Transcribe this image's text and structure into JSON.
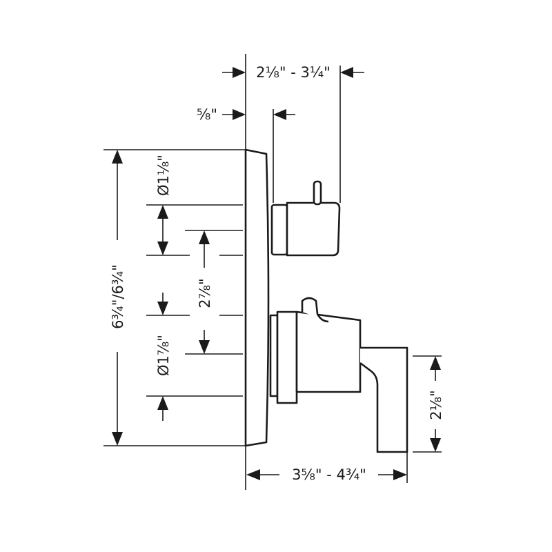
{
  "dimensions": {
    "top_depth": "2⅛\" - 3¼\"",
    "trim_offset": "⅝\"",
    "top_handle_diameter": "Ø1⅛\"",
    "spacing": "2⅞\"",
    "overall_height": "6¾\"/6¾\"",
    "bottom_handle_diameter": "Ø1⅞\"",
    "lever_height": "2⅛\"",
    "bottom_depth": "3⅝\" - 4¾\""
  }
}
